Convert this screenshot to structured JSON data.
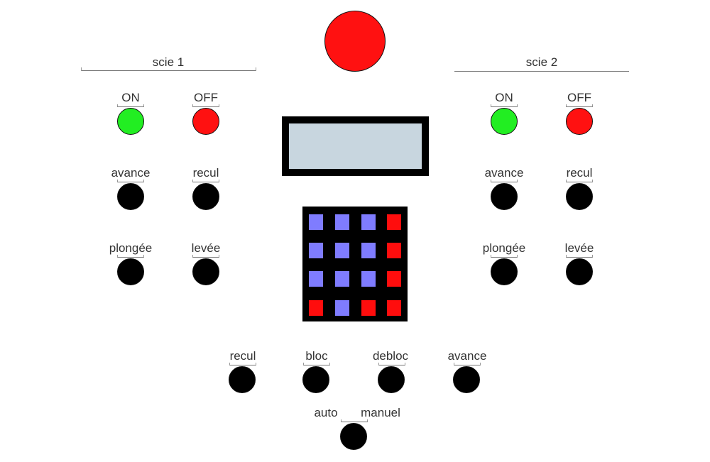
{
  "colors": {
    "black_button": "#000000",
    "green_button": "#22ee22",
    "red_button": "#ff1111",
    "screen": "#c8d6df",
    "key_blue": "#7f7cff",
    "key_red": "#ff0d0d"
  },
  "emergency_stop": {
    "color": "#ff1111"
  },
  "saw1": {
    "title": "scie 1",
    "on_label": "ON",
    "off_label": "OFF",
    "forward_label": "avance",
    "back_label": "recul",
    "plunge_label": "plongée",
    "lift_label": "levée"
  },
  "saw2": {
    "title": "scie 2",
    "on_label": "ON",
    "off_label": "OFF",
    "forward_label": "avance",
    "back_label": "recul",
    "plunge_label": "plongée",
    "lift_label": "levée"
  },
  "display": {
    "text": ""
  },
  "keypad": {
    "rows": [
      [
        "blue",
        "blue",
        "blue",
        "red"
      ],
      [
        "blue",
        "blue",
        "blue",
        "red"
      ],
      [
        "blue",
        "blue",
        "blue",
        "red"
      ],
      [
        "red",
        "blue",
        "red",
        "red"
      ]
    ]
  },
  "bottom": {
    "back_label": "recul",
    "lock_label": "bloc",
    "unlock_label": "debloc",
    "forward_label": "avance",
    "auto_label": "auto",
    "manual_label": "manuel"
  }
}
